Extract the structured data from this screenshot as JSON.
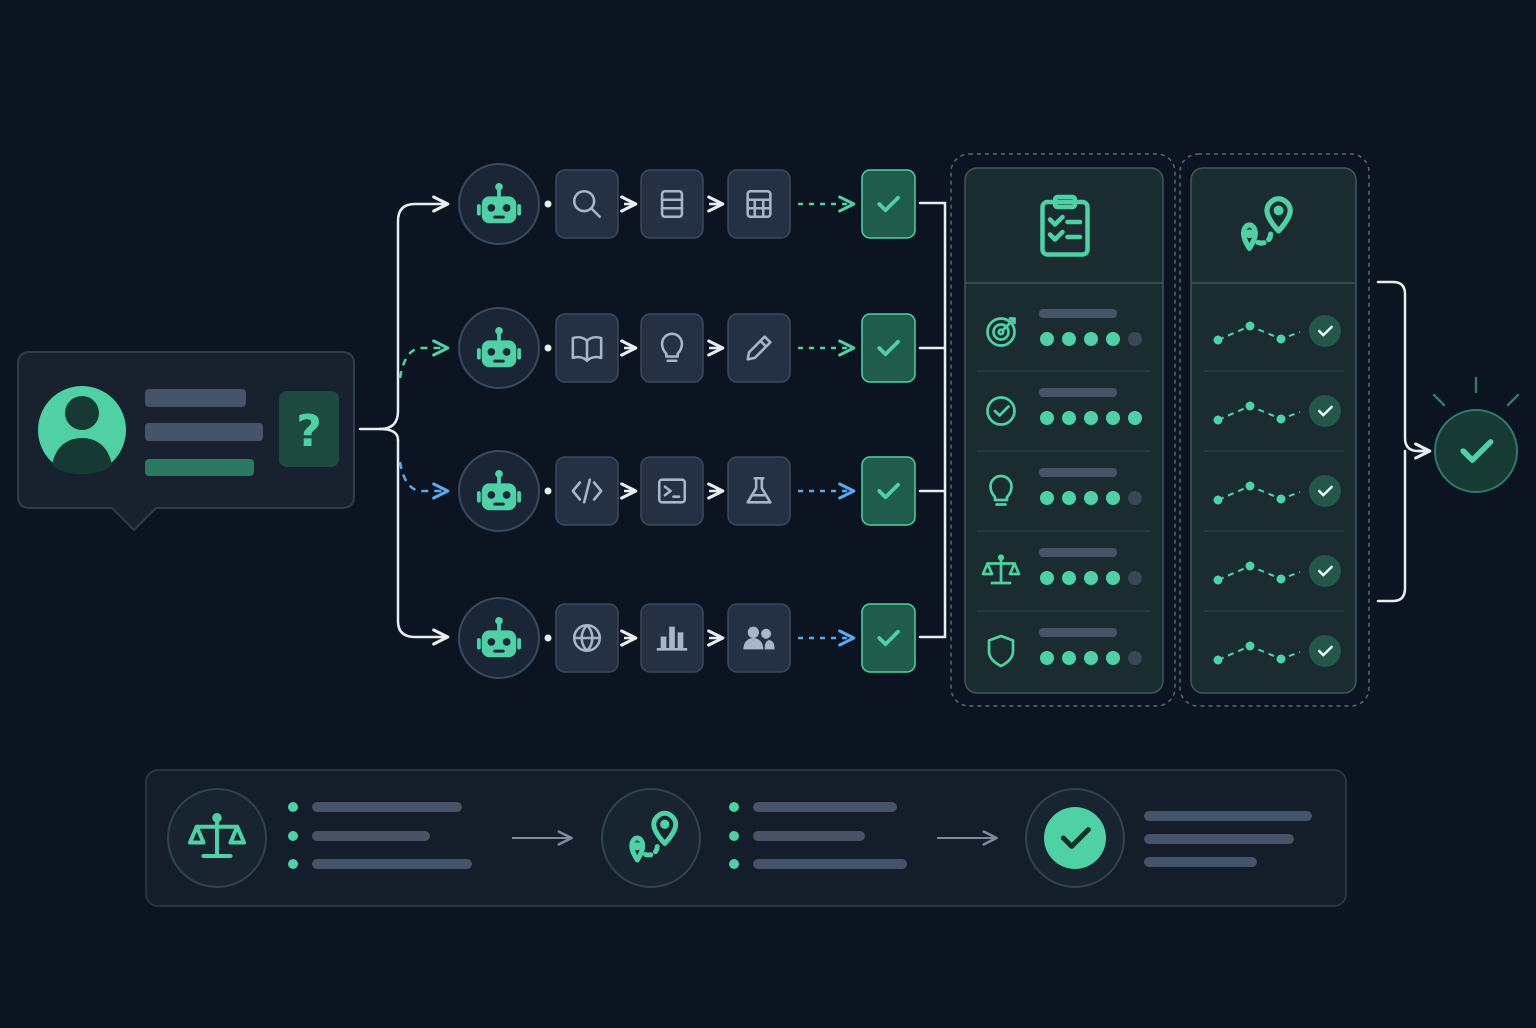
{
  "colors": {
    "background": "#0d1421",
    "panel": "#18222f",
    "panel_border": "#2e3c4b",
    "tile": "#253142",
    "tile_border": "#3a4a5c",
    "tile_icon": "#aab6c8",
    "accent": "#4fd1a5",
    "accent_dark": "#1f5c4c",
    "accent_fill": "#2a7a63",
    "blue": "#5aa9f0",
    "connector": "#e8edf2",
    "text_bar": "#475366",
    "dot_off": "#3b4656"
  },
  "question_card": {
    "avatar_icon": "user-avatar-icon",
    "badge_icon": "question-mark-icon",
    "badge_glyph": "?"
  },
  "agent_rows": [
    {
      "agent_icon": "robot-icon",
      "arrow": "dashed-green",
      "tools": [
        "search-icon",
        "document-icon",
        "calculator-icon"
      ]
    },
    {
      "agent_icon": "robot-icon",
      "arrow": "dashed-green",
      "tools": [
        "book-icon",
        "lightbulb-icon",
        "pencil-icon"
      ]
    },
    {
      "agent_icon": "robot-icon",
      "arrow": "dashed-blue",
      "tools": [
        "code-icon",
        "terminal-icon",
        "flask-icon"
      ]
    },
    {
      "agent_icon": "robot-icon",
      "arrow": "dashed-blue",
      "tools": [
        "globe-icon",
        "bar-chart-icon",
        "users-icon"
      ]
    }
  ],
  "evaluation_panel": {
    "header_icon": "clipboard-checklist-icon",
    "rows": [
      {
        "icon": "target-icon",
        "score": 4,
        "max": 5
      },
      {
        "icon": "check-circle-icon",
        "score": 5,
        "max": 5
      },
      {
        "icon": "lightbulb-icon",
        "score": 4,
        "max": 5
      },
      {
        "icon": "balance-scale-icon",
        "score": 4,
        "max": 5
      },
      {
        "icon": "shield-icon",
        "score": 4,
        "max": 5
      }
    ]
  },
  "trajectory_panel": {
    "header_icon": "route-pin-icon",
    "rows": 5
  },
  "final_output": {
    "icon": "final-check-icon"
  },
  "summary_bar": {
    "stages": [
      {
        "icon": "balance-scale-icon",
        "lines": 3
      },
      {
        "icon": "route-pin-icon",
        "lines": 3
      },
      {
        "icon": "check-circle-icon",
        "lines": 3
      }
    ]
  }
}
